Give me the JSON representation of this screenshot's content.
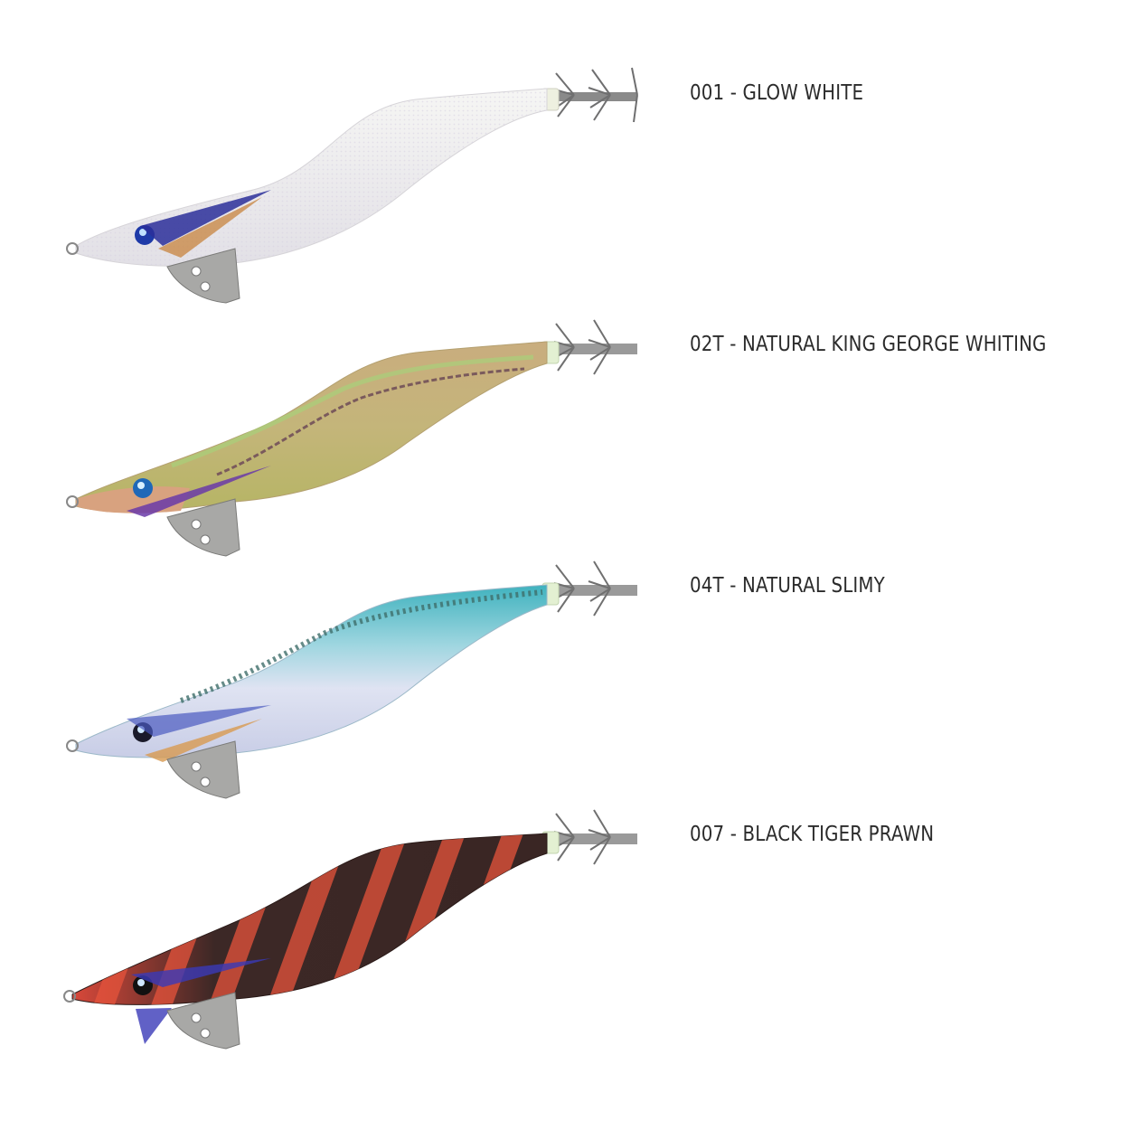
{
  "variants": [
    {
      "code": "001",
      "label": "001 - GLOW WHITE",
      "colors": {
        "body_top": "#f4f4f2",
        "body_bottom": "#e4e2e6",
        "stripe": "#ffffff",
        "head": "#eeeeee",
        "accent": "#d9d4e6"
      }
    },
    {
      "code": "02T",
      "label": "02T - NATURAL KING GEORGE WHITING",
      "colors": {
        "body_top": "#c7ad7c",
        "body_bottom": "#b8b56a",
        "stripe": "#7a5a5a",
        "head": "#d9a27f",
        "accent": "#a8c77a"
      }
    },
    {
      "code": "04T",
      "label": "04T - NATURAL SLIMY",
      "colors": {
        "body_top": "#4fb9c4",
        "body_bottom": "#dde2f0",
        "stripe": "#3f6b6b",
        "head": "#9fc6d6",
        "accent": "#8a9ad6"
      }
    },
    {
      "code": "007",
      "label": "007 - BLACK TIGER PRAWN",
      "colors": {
        "body_top": "#3a2826",
        "body_bottom": "#4a2c28",
        "stripe": "#e5523a",
        "head": "#d9483a",
        "accent": "#f07a3a"
      }
    }
  ]
}
